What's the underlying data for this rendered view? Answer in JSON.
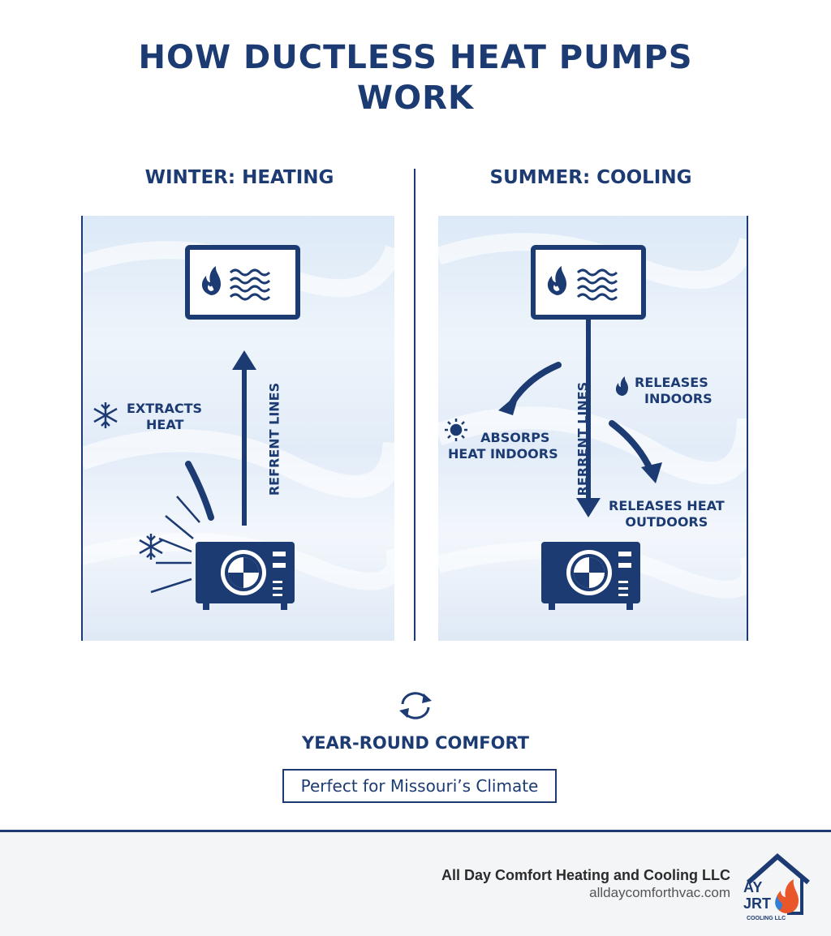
{
  "title": {
    "line1": "HOW DUCTLESS HEAT PUMPS",
    "line2": "WORK"
  },
  "winter": {
    "heading": "WINTER: HEATING",
    "extracts_line1": "EXTRACTS",
    "extracts_line2": "HEAT",
    "lines_label": "REFRENT LINES"
  },
  "summer": {
    "heading": "SUMMER: COOLING",
    "absorbs_line1": "ABSORPS",
    "absorbs_line2": "HEAT INDOORS",
    "lines_label": "RERRENT LINES",
    "releases_in_line1": "RELEASES",
    "releases_in_line2": "INDOORS",
    "releases_out_line1": "RELEASES HEAT",
    "releases_out_line2": "OUTDOORS"
  },
  "bottom": {
    "heading": "YEAR-ROUND COMFORT",
    "tagline": "Perfect for Missouri’s Climate"
  },
  "footer": {
    "company": "All Day Comfort Heating and Cooling LLC",
    "website": "alldaycomforthvac.com",
    "logo_line1": "AY",
    "logo_line2": "JRT",
    "logo_line3": "COOLING LLC"
  },
  "colors": {
    "navy": "#1d3b73",
    "panel_light": "#e6eff9",
    "flame": "#e8562a",
    "flame_blue": "#2f7fd6"
  },
  "icons": [
    "flame-icon",
    "heat-waves-icon",
    "snowflake-icon",
    "sun-icon",
    "cycle-arrows-icon",
    "house-logo-icon"
  ]
}
